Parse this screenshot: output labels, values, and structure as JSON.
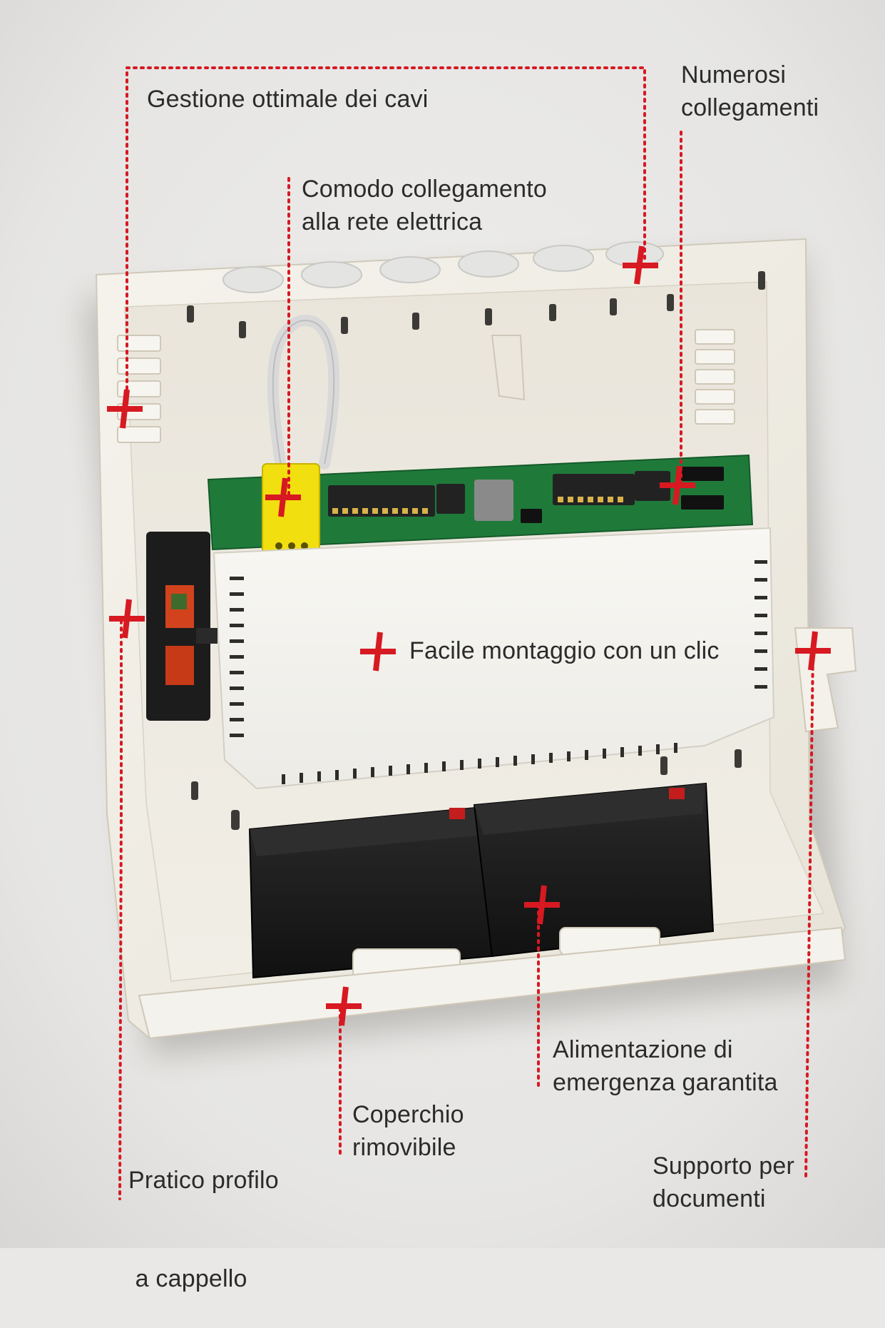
{
  "callouts": {
    "cable_management": {
      "lines": [
        "Gestione ottimale dei cavi"
      ]
    },
    "connections": {
      "lines": [
        "Numerosi",
        "collegamenti"
      ]
    },
    "mains_connection": {
      "lines": [
        "Comodo collegamento",
        "alla rete elettrica"
      ]
    },
    "click_mounting": {
      "lines": [
        "Facile montaggio con un clic"
      ]
    },
    "emergency_power": {
      "lines": [
        "Alimentazione di",
        "emergenza garantita"
      ]
    },
    "din_rail": {
      "lines": [
        "Pratico profilo",
        " a cappello"
      ]
    },
    "removable_cover": {
      "lines": [
        "Coperchio",
        "rimovibile"
      ]
    },
    "document_holder": {
      "lines": [
        "Supporto per",
        "documenti"
      ]
    }
  },
  "colors": {
    "accent_red": "#d71921",
    "background": "#e9e8e6",
    "housing": "#f1eee6",
    "pcb": "#1f7a3a",
    "connector_yellow": "#f2df0f",
    "battery": "#1b1b1b"
  }
}
